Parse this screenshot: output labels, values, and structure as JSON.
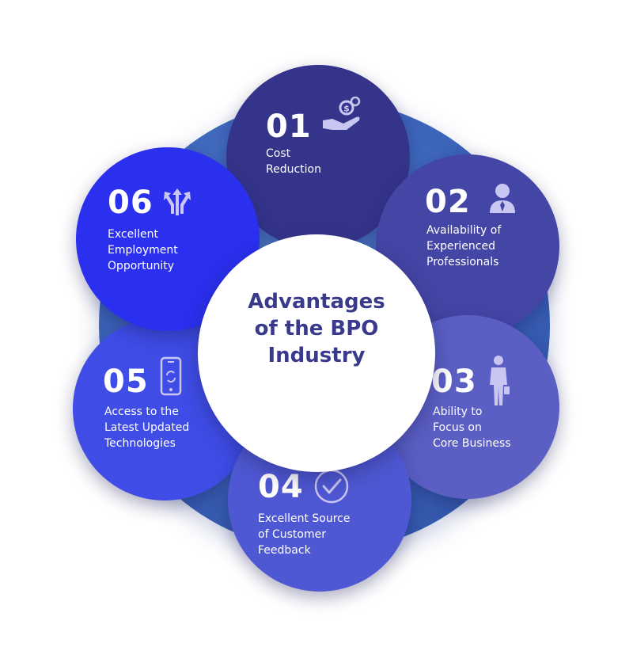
{
  "center": {
    "title_lines": [
      "Advantages",
      "of the BPO",
      "Industry"
    ]
  },
  "colors": {
    "p01": "#34358a",
    "p02": "#4446a6",
    "p03": "#5b5fc4",
    "p04": "#4f58d3",
    "p05": "#3f4de6",
    "p06": "#2a30ee",
    "icon_tint": "#c9c6f2",
    "title": "#3a3a8c"
  },
  "items": [
    {
      "number": "01",
      "lines": [
        "Cost",
        "Reduction"
      ],
      "icon": "money-hand-icon"
    },
    {
      "number": "02",
      "lines": [
        "Availability of",
        "Experienced",
        "Professionals"
      ],
      "icon": "person-icon"
    },
    {
      "number": "03",
      "lines": [
        "Ability to",
        "Focus on",
        "Core Business"
      ],
      "icon": "businessman-icon"
    },
    {
      "number": "04",
      "lines": [
        "Excellent Source",
        "of Customer",
        "Feedback"
      ],
      "icon": "check-circle-icon"
    },
    {
      "number": "05",
      "lines": [
        "Access to the",
        "Latest Updated",
        "Technologies"
      ],
      "icon": "smartphone-icon"
    },
    {
      "number": "06",
      "lines": [
        "Excellent",
        "Employment",
        "Opportunity"
      ],
      "icon": "growth-arrows-icon"
    }
  ]
}
